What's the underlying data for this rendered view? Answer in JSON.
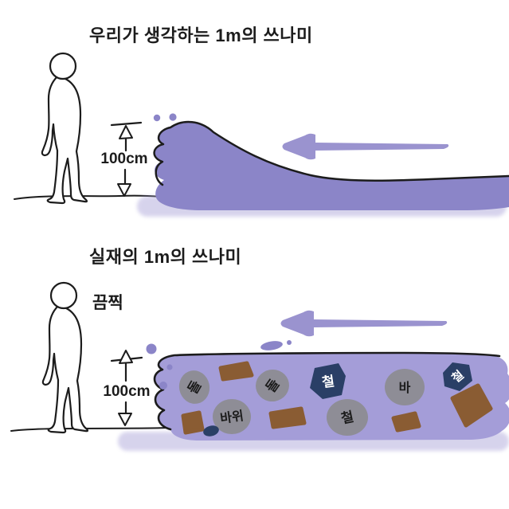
{
  "page": {
    "background": "#ffffff",
    "panel_top": {
      "title": "우리가 생각하는 1m의 쓰나미",
      "height_label": "100cm",
      "wave_direction": "left"
    },
    "panel_bottom": {
      "title": "실재의 1m의 쓰나미",
      "caption": "끔찍",
      "height_label": "100cm",
      "wave_direction": "left",
      "debris_labels": {
        "stone1": "돌",
        "stone2": "돌",
        "boulder": "바위",
        "iron_navy": "철",
        "iron_gray": "철",
        "rock_ba": "바",
        "iron_navy2": "철"
      }
    },
    "colors": {
      "wave_top": "#8b85c8",
      "wave_bottom": "#a49dd8",
      "wave_shadow": "#b6b0de",
      "arrow": "#9a93cf",
      "splash": "#8b85c8",
      "rock_gray": "#8e8d96",
      "iron_navy": "#2a3f66",
      "wood_brown": "#8a5c33",
      "ink": "#1c1c1c"
    }
  }
}
